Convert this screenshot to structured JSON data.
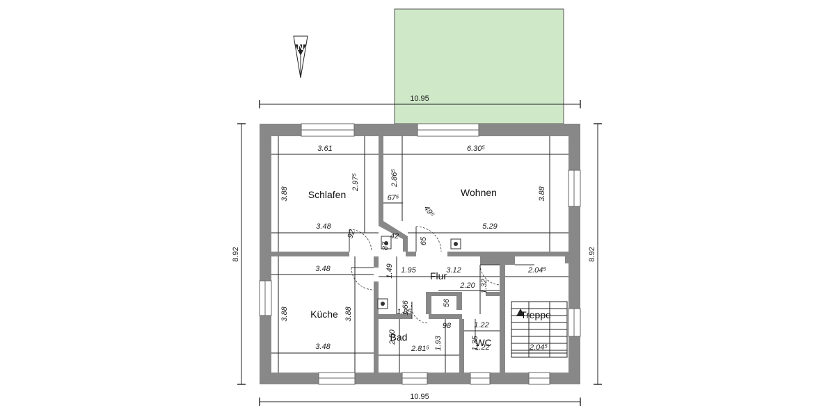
{
  "north_arrow": {
    "label": "N"
  },
  "outer_dims": {
    "top_width": "10.95",
    "bottom_width": "10.95",
    "left_height": "8.92",
    "right_height": "8.92"
  },
  "rooms": {
    "schlafen": "Schlafen",
    "wohnen": "Wohnen",
    "flur": "Flur",
    "kueche": "Küche",
    "bad": "Bad",
    "wc": "WC",
    "treppe": "Treppe"
  },
  "dims": {
    "schlafen_top": "3.61",
    "schlafen_left": "3.88",
    "schlafen_height2": "2.97⁵",
    "schlafen_bottom": "3.48",
    "wohnen_top": "6.30⁵",
    "wohnen_left": "2.86⁵",
    "wohnen_right": "3.88",
    "wohnen_bottom": "5.29",
    "wohnen_nook": "67⁵",
    "wohnen_diag": "49⁵",
    "door_92": "92",
    "door_65": "65",
    "door_87": "87",
    "door_42": "42",
    "kueche_top": "3.48",
    "kueche_left": "3.88",
    "kueche_right": "3.88",
    "kueche_bottom": "3.48",
    "flur_149": "1.49",
    "flur_195": "1.95",
    "flur_312": "3.12",
    "flur_220": "2.20",
    "flur_132": "1.32",
    "treppe_top": "2.04⁵",
    "treppe_bottom": "2.04⁵",
    "bad_250": "2.50",
    "bad_166": "1.66",
    "bad_185": "1.85",
    "bad_281": "2.81⁵",
    "bad_193": "1.93",
    "bad_98": "98",
    "bad_56": "56",
    "wc_122a": "1.22",
    "wc_122b": "1.22",
    "wc_135": "1.35"
  }
}
